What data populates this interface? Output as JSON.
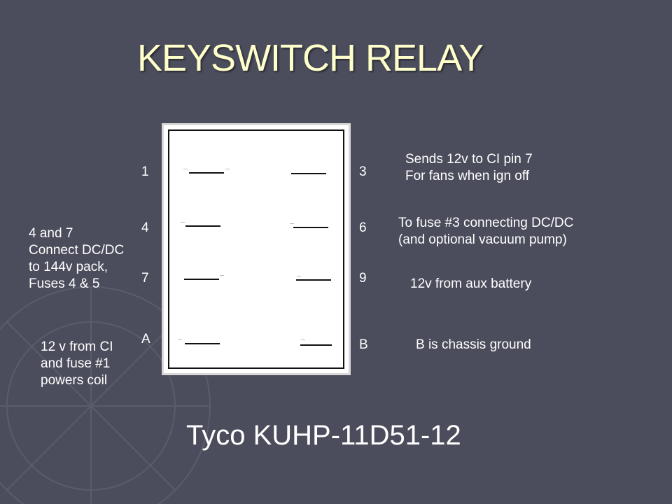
{
  "title": "KEYSWITCH RELAY",
  "pins_left": [
    "1",
    "4",
    "7",
    "A"
  ],
  "pins_right": [
    "3",
    "6",
    "9",
    "B"
  ],
  "notes": {
    "right_1": [
      "Sends 12v to CI pin 7",
      "For fans when ign off"
    ],
    "right_2": [
      "To fuse #3 connecting DC/DC",
      "(and optional vacuum pump)"
    ],
    "right_3": [
      "12v from aux battery"
    ],
    "right_4": [
      "B is chassis  ground"
    ],
    "left_1": [
      "4 and 7",
      "Connect DC/DC",
      "to 144v pack,",
      "Fuses 4 & 5"
    ],
    "left_2": [
      "12 v from CI",
      "and fuse #1",
      "powers coil"
    ]
  },
  "model": "Tyco KUHP-11D51-12",
  "colors": {
    "background": "#4b4d5c",
    "title": "#ffffcc",
    "text": "#ffffff"
  }
}
